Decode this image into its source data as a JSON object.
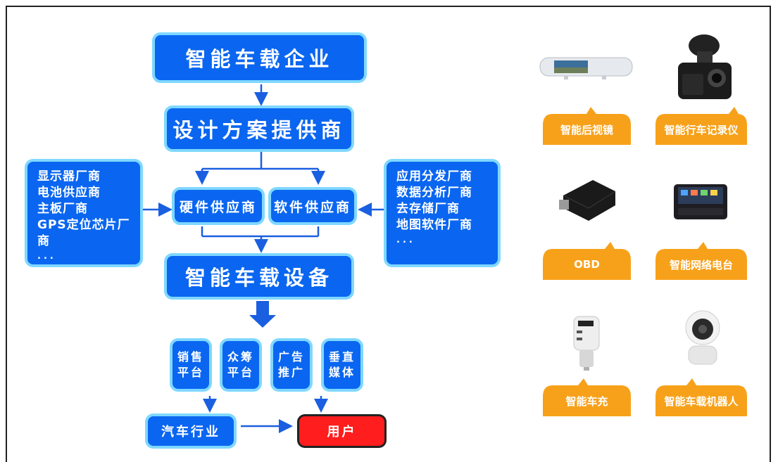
{
  "flow": {
    "enterprise": "智能车载企业",
    "designer": "设计方案提供商",
    "hardware": "硬件供应商",
    "software": "软件供应商",
    "device": "智能车载设备",
    "left_list": [
      "显示器厂商",
      "电池供应商",
      "主板厂商",
      "GPS定位芯片厂商",
      "..."
    ],
    "right_list": [
      "应用分发厂商",
      "数据分析厂商",
      "去存储厂商",
      "地图软件厂商",
      "..."
    ],
    "channels": [
      {
        "line1": "销售",
        "line2": "平台"
      },
      {
        "line1": "众筹",
        "line2": "平台"
      },
      {
        "line1": "广告",
        "line2": "推广"
      },
      {
        "line1": "垂直",
        "line2": "媒体"
      }
    ],
    "auto_industry": "汽车行业",
    "user": "用户"
  },
  "products": [
    {
      "label": "智能后视镜",
      "icon": "rearview-mirror-icon"
    },
    {
      "label": "智能行车记录仪",
      "icon": "dashcam-icon"
    },
    {
      "label": "OBD",
      "icon": "obd-device-icon"
    },
    {
      "label": "智能网络电台",
      "icon": "car-radio-icon"
    },
    {
      "label": "智能车充",
      "icon": "car-charger-icon"
    },
    {
      "label": "智能车载机器人",
      "icon": "car-robot-icon"
    }
  ],
  "colors": {
    "primary": "#0a66f0",
    "glow": "#7fd8ff",
    "user": "#ff1d1d",
    "bubble": "#f7a11a"
  }
}
